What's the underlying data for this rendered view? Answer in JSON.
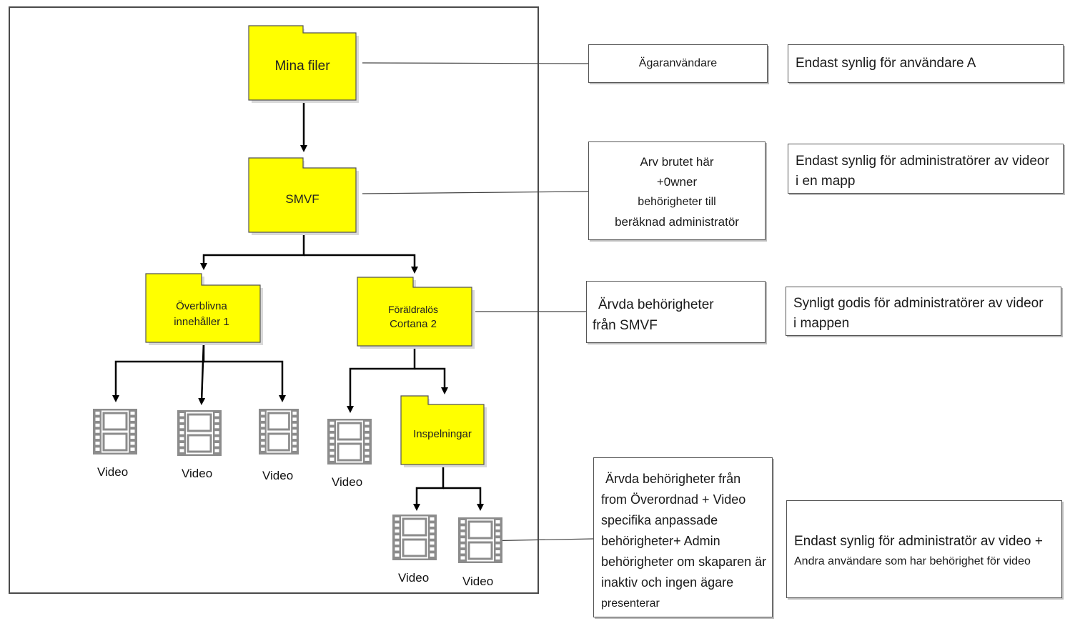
{
  "folders": {
    "mina_filer": "Mina filer",
    "smvf": "SMVF",
    "overblivna": [
      "Överblivna",
      "innehåller 1"
    ],
    "foraldralos": [
      "Föräldralös",
      "Cortana 2"
    ],
    "inspelningar": "Inspelningar"
  },
  "videos": {
    "v1": "Video",
    "v2": "Video",
    "v3": "Video",
    "v4": "Video",
    "v5": "Video",
    "v6": "Video"
  },
  "descriptions": {
    "owner": "Ägaranvändare",
    "inheritance": [
      "Arv brutet här",
      "+0wner",
      "behörigheter till",
      "beräknad administratör"
    ],
    "inherited_smvf": [
      "Ärvda behörigheter",
      "från SMVF"
    ],
    "inherited_parent": [
      "Ärvda behörigheter från",
      "from  Överordnad + Video",
      "specifika anpassade",
      "behörigheter+ Admin",
      "behörigheter om skaparen är",
      "inaktiv och ingen ägare",
      "presenterar"
    ]
  },
  "visibility": {
    "user_a": "Endast synlig för användare A",
    "admins_folder": [
      "Endast synlig för administratörer av videor",
      "i en mapp"
    ],
    "admins_in_folder": [
      "Synligt godis för administratörer av videor",
      "i mappen"
    ],
    "admin_plus_users": [
      "Endast synlig för administratör av video +",
      "Andra användare som har behörighet för video"
    ]
  },
  "colors": {
    "folder_fill": "#ffff00",
    "folder_stroke": "#555555",
    "film": "#8c8c8c",
    "line": "#000000"
  }
}
